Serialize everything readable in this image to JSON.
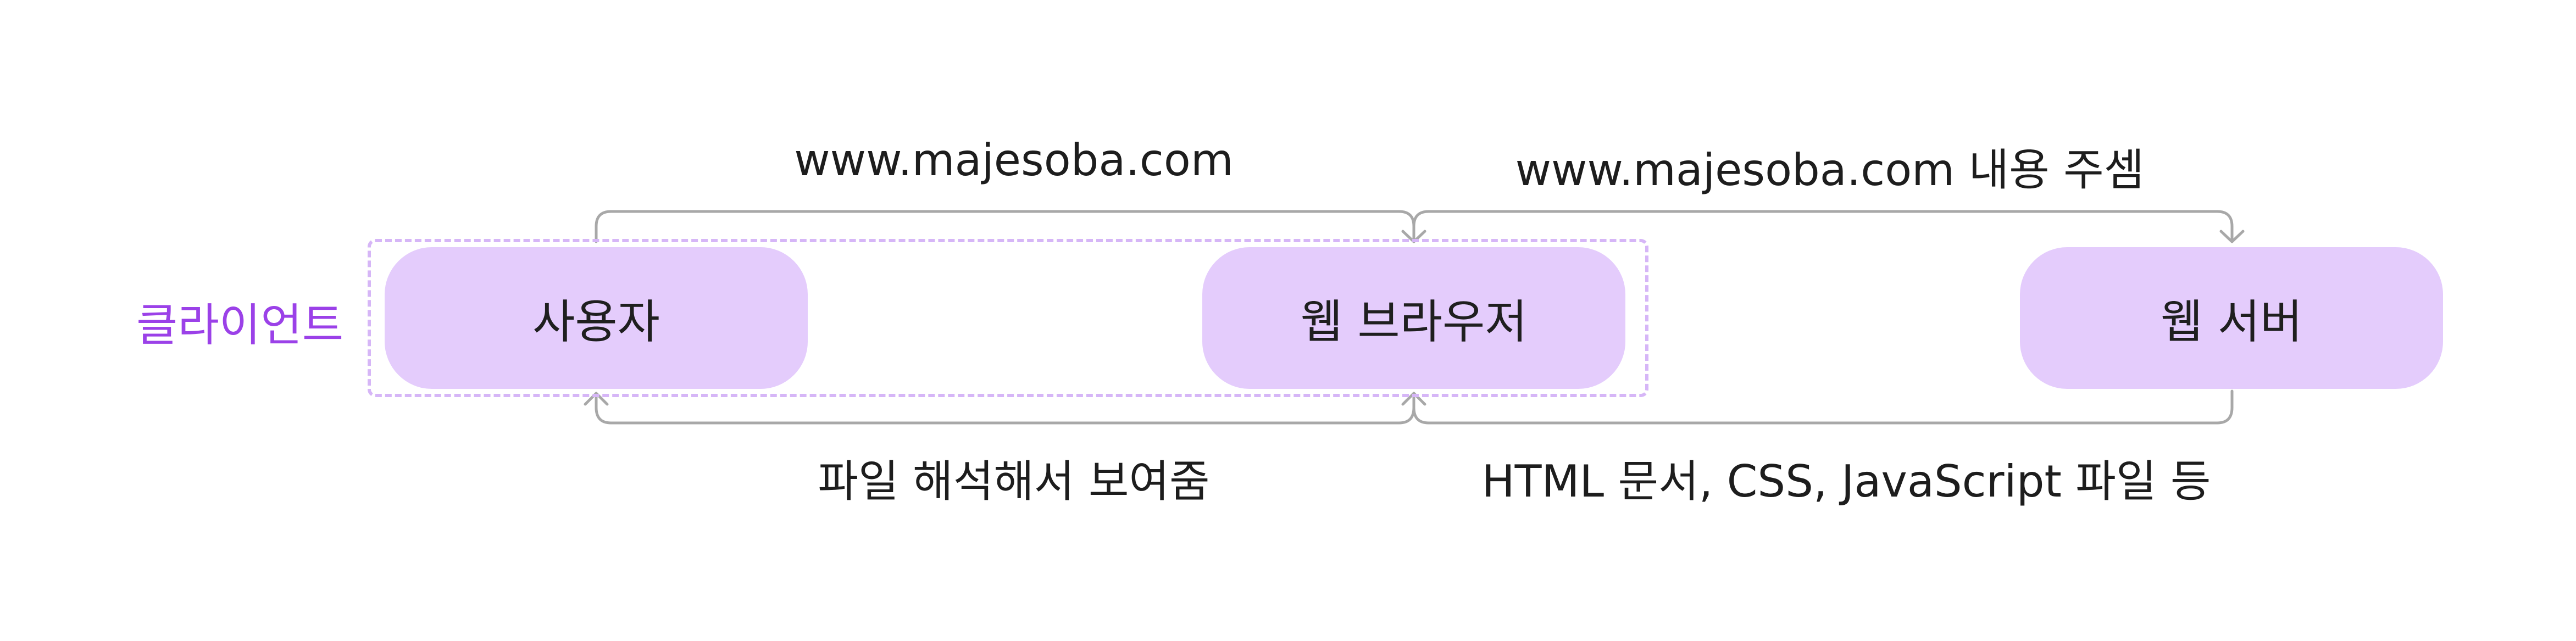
{
  "diagram": {
    "client_group_label": "클라이언트",
    "nodes": {
      "user": "사용자",
      "browser": "웹 브라우저",
      "server": "웹 서버"
    },
    "edges": {
      "user_to_browser": "www.majesoba.com",
      "browser_to_server": "www.majesoba.com 내용 주셈",
      "server_to_browser": "HTML 문서, CSS, JavaScript 파일 등",
      "browser_to_user": "파일 해석해서 보여줌"
    },
    "colors": {
      "node_fill": "#e4ccfc",
      "client_border": "#d6b6f7",
      "client_label": "#9b41e8",
      "arrow": "#a8a8a8"
    }
  }
}
